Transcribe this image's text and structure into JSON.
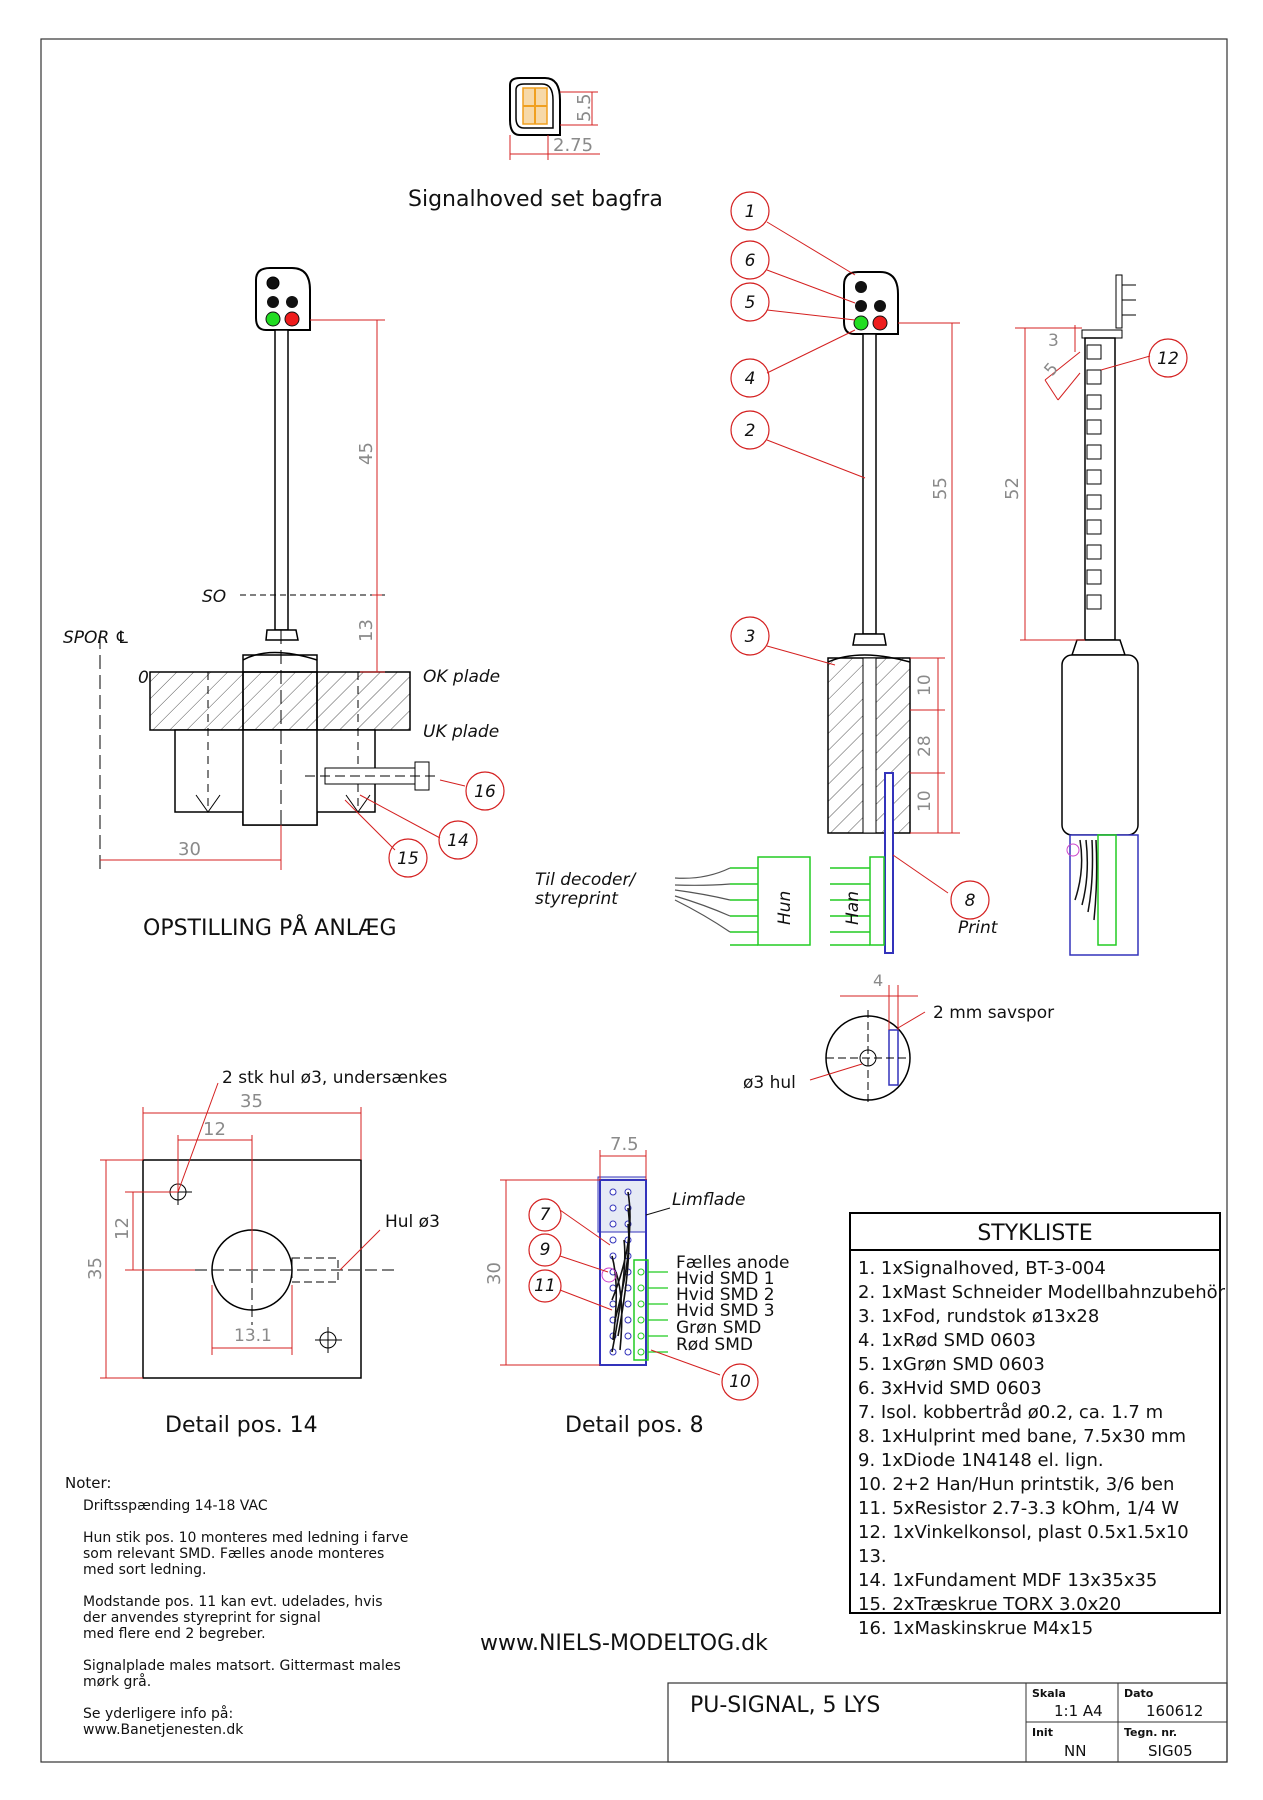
{
  "views": {
    "head_back": {
      "title": "Signalhoved set bagfra",
      "dim_h": "5.5",
      "dim_w": "2.75"
    },
    "installation": {
      "title": "OPSTILLING PÅ ANLÆG",
      "track_label": "SPOR ℄",
      "zero": "0",
      "so": "SO",
      "ok_plate": "OK plade",
      "uk_plate": "UK plade",
      "dim_45": "45",
      "dim_13": "13",
      "dim_30": "30"
    },
    "assembly": {
      "dim_55": "55",
      "dim_10a": "10",
      "dim_28": "28",
      "dim_10b": "10",
      "decoder_label_1": "Til decoder/",
      "decoder_label_2": "styreprint",
      "hun": "Hun",
      "han": "Han",
      "print": "Print",
      "dim_4": "4",
      "savspor": "2 mm savspor",
      "hole": "ø3 hul"
    },
    "side": {
      "dim_52": "52",
      "dim_3": "3",
      "dim_5": "5"
    },
    "detail14": {
      "title": "Detail pos. 14",
      "holes": "2 stk hul ø3, undersænkes",
      "hole_center": "Hul ø3",
      "dim_35w": "35",
      "dim_12w": "12",
      "dim_35h": "35",
      "dim_12h": "12",
      "dim_131": "13.1"
    },
    "detail8": {
      "title": "Detail pos. 8",
      "dim_75": "7.5",
      "dim_30": "30",
      "limflade": "Limflade",
      "labels": [
        "Fælles anode",
        "Hvid  SMD  1",
        "Hvid  SMD  2",
        "Hvid  SMD  3",
        "Grøn  SMD",
        "Rød  SMD"
      ]
    }
  },
  "balloons": [
    "1",
    "2",
    "3",
    "4",
    "5",
    "6",
    "7",
    "8",
    "9",
    "10",
    "11",
    "12",
    "14",
    "15",
    "16"
  ],
  "stykliste": {
    "title": "STYKLISTE",
    "items": [
      "1. 1xSignalhoved, BT-3-004",
      "2. 1xMast Schneider Modellbahnzubehör",
      "3. 1xFod, rundstok ø13x28",
      "4. 1xRød SMD 0603",
      "5. 1xGrøn SMD 0603",
      "6. 3xHvid SMD 0603",
      "7. Isol. kobbertråd ø0.2, ca. 1.7 m",
      "8. 1xHulprint med bane, 7.5x30 mm",
      "9. 1xDiode 1N4148 el. lign.",
      "10. 2+2 Han/Hun printstik, 3/6 ben",
      "11. 5xResistor 2.7-3.3 kOhm, 1/4 W",
      "12. 1xVinkelkonsol, plast 0.5x1.5x10",
      "13.",
      "14. 1xFundament MDF 13x35x35",
      "15. 2xTræskrue TORX 3.0x20",
      "16. 1xMaskinskrue M4x15"
    ]
  },
  "notes": {
    "heading": "Noter:",
    "lines": [
      "Driftsspænding 14-18 VAC",
      "",
      "Hun stik pos. 10 monteres med ledning i farve",
      "som relevant SMD. Fælles anode monteres",
      "med sort ledning.",
      "",
      "Modstande pos. 11 kan evt. udelades, hvis",
      "der anvendes styreprint for signal",
      "med flere end 2 begreber.",
      "",
      "Signalplade males matsort. Gittermast males",
      "mørk grå.",
      "",
      "Se yderligere info på:",
      "     www.Banetjenesten.dk"
    ]
  },
  "website": "www.NIELS-MODELTOG.dk",
  "titleblock": {
    "title": "PU-SIGNAL, 5 LYS",
    "skala_label": "Skala",
    "skala": "1:1 A4",
    "dato_label": "Dato",
    "dato": "160612",
    "init_label": "Init",
    "init": "NN",
    "tegn_label": "Tegn. nr.",
    "tegn": "SIG05"
  },
  "colors": {
    "red_light": "#ee1c1c",
    "green_light": "#22dd22",
    "dimension": "#d42020",
    "connector": "#22cc22",
    "pcb": "#3333bb",
    "orange": "#f0a020"
  }
}
